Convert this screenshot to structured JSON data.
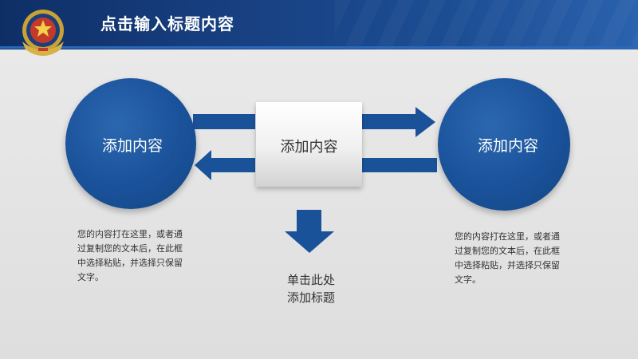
{
  "header": {
    "title": "点击输入标题内容",
    "emblem_icon": "police-emblem-icon",
    "bar_color": "#1a4388",
    "accent_color": "#2a68b8"
  },
  "diagram": {
    "left_circle": {
      "label": "添加内容"
    },
    "center_box": {
      "label": "添加内容"
    },
    "right_circle": {
      "label": "添加内容"
    },
    "arrow_icons": [
      "arrow-right-icon",
      "arrow-left-icon",
      "arrow-down-icon"
    ],
    "primary_color": "#1a529a"
  },
  "text_blocks": {
    "left_paragraph": "您的内容打在这里，或者通过复制您的文本后，在此框中选择粘贴，并选择只保留文字。",
    "right_paragraph": "您的内容打在这里，或者通过复制您的文本后，在此框中选择粘贴，并选择只保留文字。",
    "bottom_label_line1": "单击此处",
    "bottom_label_line2": "添加标题"
  }
}
